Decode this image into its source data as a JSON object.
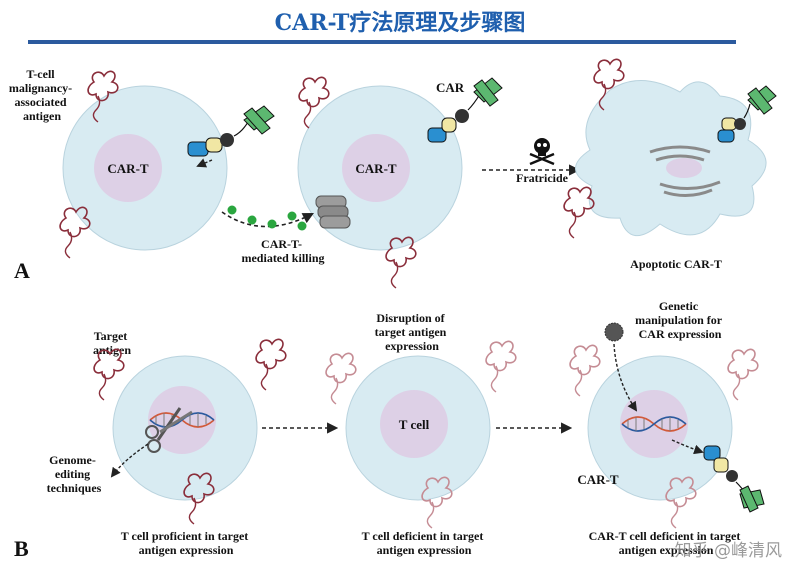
{
  "title": "CAR-T疗法原理及步骤图",
  "colors": {
    "title": "#1f5fae",
    "rule": "#2b5a9e",
    "cell": "#d8ebf2",
    "cell_edge": "#b9d3de",
    "nucleus": "#ddd0e6",
    "antigen": "#8a2e3b",
    "car_green": "#5cb870",
    "car_blue": "#2a8fd0",
    "car_yellow": "#f1e7a4",
    "car_dark": "#333333",
    "granule": "#2aa63f",
    "dashed": "#222222"
  },
  "panel_a": {
    "label": "A",
    "left_label_lines": [
      "T-cell",
      "malignancy-",
      "associated",
      "antigen"
    ],
    "cell1_label": "CAR-T",
    "cell2_label": "CAR-T",
    "car_label": "CAR",
    "killing_lines": [
      "CAR-T-",
      "mediated killing"
    ],
    "fratricide_label": "Fratricide",
    "apoptotic_label": "Apoptotic CAR-T"
  },
  "panel_b": {
    "label": "B",
    "target_antigen_lines": [
      "Target",
      "antigen"
    ],
    "disruption_lines": [
      "Disruption of",
      "target antigen",
      "expression"
    ],
    "genetic_lines": [
      "Genetic",
      "manipulation for",
      "CAR expression"
    ],
    "genome_lines": [
      "Genome-",
      "editing",
      "techniques"
    ],
    "tcell_label": "T cell",
    "cart_label": "CAR-T",
    "caption1_lines": [
      "T cell proficient in target",
      "antigen expression"
    ],
    "caption2_lines": [
      "T cell deficient in target",
      "antigen expression"
    ],
    "caption3_lines": [
      "CAR-T cell deficient in target",
      "antigen expression"
    ]
  },
  "watermark": "知乎 @峰清风"
}
